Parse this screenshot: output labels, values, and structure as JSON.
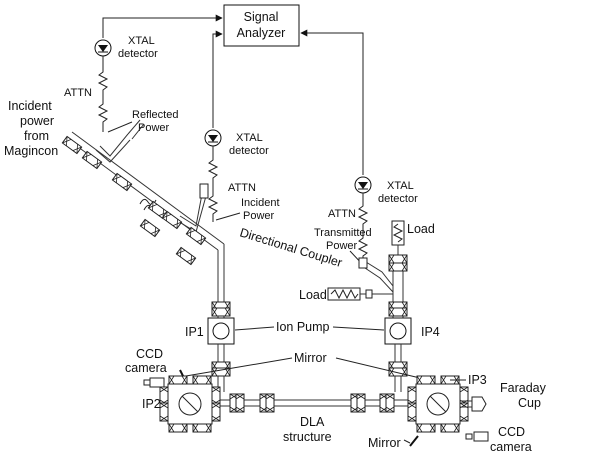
{
  "labels": {
    "signal_analyzer": [
      "Signal",
      "Analyzer"
    ],
    "xtal_top": [
      "XTAL",
      "detector"
    ],
    "xtal_mid": [
      "XTAL",
      "detector"
    ],
    "xtal_right": [
      "XTAL",
      "detector"
    ],
    "attn_top": "ATTN",
    "attn_mid": "ATTN",
    "attn_right": "ATTN",
    "incident_from": [
      "Incident",
      "power",
      "from",
      "Magincon"
    ],
    "reflected_power": [
      "Reflected",
      "Power"
    ],
    "incident_power": [
      "Incident",
      "Power"
    ],
    "transmitted_power": [
      "Transmitted",
      "Power"
    ],
    "load_top": "Load",
    "load_left": "Load",
    "directional_coupler": "Directional Coupler",
    "ion_pump": "Ion Pump",
    "ip1": "IP1",
    "ip4": "IP4",
    "ccd_left": [
      "CCD",
      "camera"
    ],
    "mirror_top": "Mirror",
    "ip2": "IP2",
    "ip3": "IP3",
    "faraday_cup": [
      "Faraday",
      "Cup"
    ],
    "dla_structure": [
      "DLA",
      "structure"
    ],
    "mirror_bottom": "Mirror",
    "ccd_right": [
      "CCD",
      "camera"
    ]
  }
}
